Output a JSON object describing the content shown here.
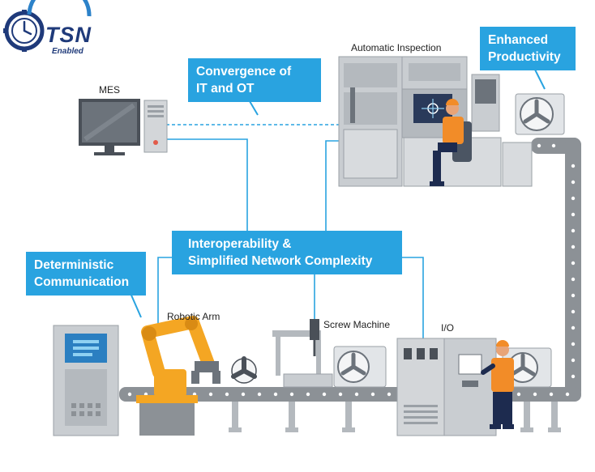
{
  "logo": {
    "text": "TSN",
    "subtext": "Enabled",
    "brand_color": "#1f3a7a",
    "accent_color": "#2c82c9"
  },
  "callouts": {
    "convergence": {
      "line1": "Convergence of",
      "line2": "IT and OT"
    },
    "productivity": {
      "line1": "Enhanced",
      "line2": "Productivity"
    },
    "interoperability": {
      "line1": "Interoperability &",
      "line2": "Simplified Network Complexity"
    },
    "deterministic": {
      "line1": "Deterministic",
      "line2": "Communication"
    }
  },
  "labels": {
    "mes": "MES",
    "automatic_inspection": "Automatic Inspection",
    "robotic_arm": "Robotic Arm",
    "screw_machine": "Screw Machine",
    "io": "I/O"
  },
  "colors": {
    "callout_blue": "#29a3e0",
    "machine_gray": "#c9cdd1",
    "conveyor_dark": "#8c9196",
    "worker_orange": "#f28c28",
    "arm_orange": "#f4a623",
    "worker_navy": "#1d2b4f"
  }
}
